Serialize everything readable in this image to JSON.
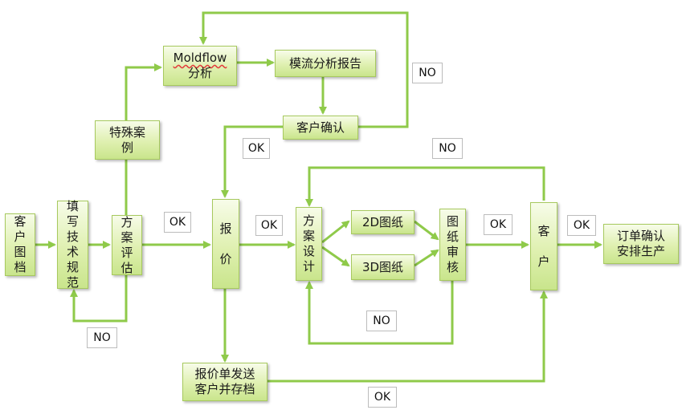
{
  "nodes": {
    "customer_drawing": "客\n户\n图\n档",
    "fill_spec": "填\n写\n技\n术\n规\n范",
    "plan_eval": "方\n案\n评\n估",
    "special_case": "特殊案\n例",
    "moldflow": "Moldflow",
    "moldflow_sub": "分析",
    "flow_report": "模流分析报告",
    "customer_confirm": "客户确认",
    "quote": "报\n\n价",
    "plan_design": "方\n案\n设\n计",
    "drawing_2d": "2D图纸",
    "drawing_3d": "3D图纸",
    "drawing_review": "图\n纸\n审\n核",
    "customer": "客\n\n户",
    "order_confirm": "订单确认\n安排生产",
    "quote_send": "报价单发送\n客户并存档"
  },
  "labels": {
    "ok_eval_quote": "OK",
    "ok_quote_design": "OK",
    "ok_review_customer": "OK",
    "ok_customer_order": "OK",
    "ok_confirm_quote": "OK",
    "ok_send_customer": "OK",
    "no_eval_spec": "NO",
    "no_confirm_moldflow": "NO",
    "no_customer_design": "NO",
    "no_review_design": "NO"
  },
  "colors": {
    "connector": "#8fca4a",
    "box_border": "#a7c95e"
  }
}
